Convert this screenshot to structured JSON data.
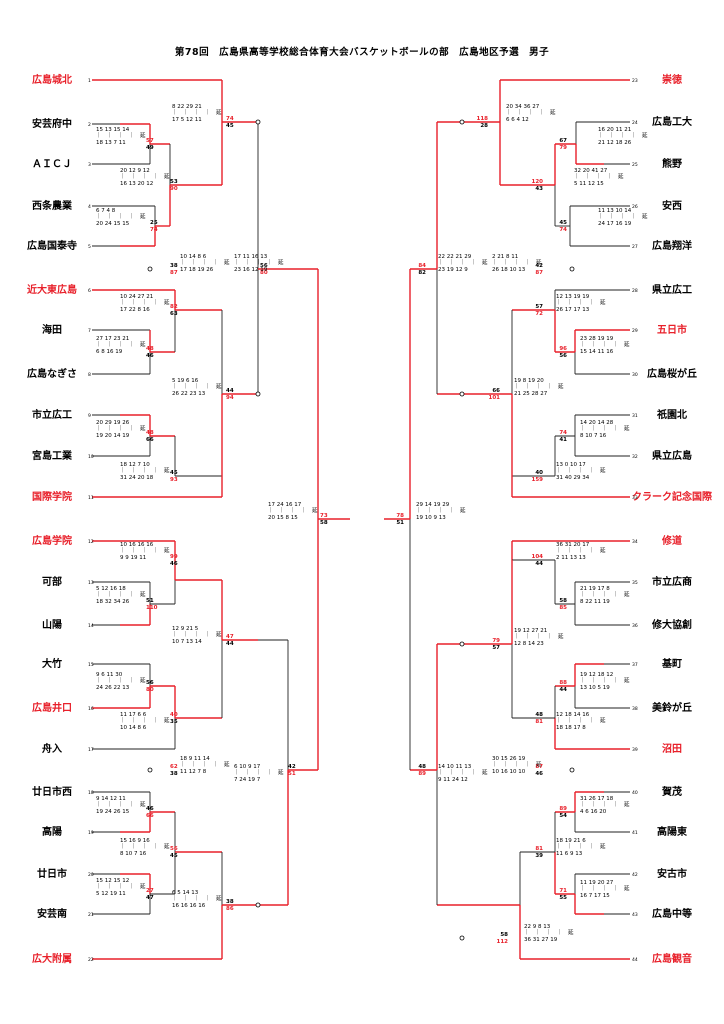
{
  "title": "第78回　広島県高等学校総合体育大会バスケットボールの部　広島地区予選　男子",
  "colors": {
    "winner": "#e8202a",
    "line": "#222222"
  },
  "left_teams": [
    {
      "seed": "1",
      "name": "広島城北",
      "winner": true
    },
    {
      "seed": "2",
      "name": "安芸府中",
      "winner": false
    },
    {
      "seed": "3",
      "name": "ＡＩＣＪ",
      "winner": false
    },
    {
      "seed": "4",
      "name": "西条農業",
      "winner": false
    },
    {
      "seed": "5",
      "name": "広島国泰寺",
      "winner": false
    },
    {
      "seed": "6",
      "name": "近大東広島",
      "winner": true
    },
    {
      "seed": "7",
      "name": "海田",
      "winner": false
    },
    {
      "seed": "8",
      "name": "広島なぎさ",
      "winner": false
    },
    {
      "seed": "9",
      "name": "市立広工",
      "winner": false
    },
    {
      "seed": "10",
      "name": "宮島工業",
      "winner": false
    },
    {
      "seed": "11",
      "name": "国際学院",
      "winner": true
    },
    {
      "seed": "12",
      "name": "広島学院",
      "winner": true
    },
    {
      "seed": "13",
      "name": "可部",
      "winner": false
    },
    {
      "seed": "14",
      "name": "山陽",
      "winner": false
    },
    {
      "seed": "15",
      "name": "大竹",
      "winner": false
    },
    {
      "seed": "16",
      "name": "広島井口",
      "winner": true
    },
    {
      "seed": "17",
      "name": "舟入",
      "winner": false
    },
    {
      "seed": "18",
      "name": "廿日市西",
      "winner": false
    },
    {
      "seed": "19",
      "name": "高陽",
      "winner": false
    },
    {
      "seed": "20",
      "name": "廿日市",
      "winner": false
    },
    {
      "seed": "21",
      "name": "安芸南",
      "winner": false
    },
    {
      "seed": "22",
      "name": "広大附属",
      "winner": true
    }
  ],
  "right_teams": [
    {
      "seed": "23",
      "name": "崇徳",
      "winner": true
    },
    {
      "seed": "24",
      "name": "広島工大",
      "winner": false
    },
    {
      "seed": "25",
      "name": "熊野",
      "winner": false
    },
    {
      "seed": "26",
      "name": "安西",
      "winner": false
    },
    {
      "seed": "27",
      "name": "広島翔洋",
      "winner": false
    },
    {
      "seed": "28",
      "name": "県立広工",
      "winner": false
    },
    {
      "seed": "29",
      "name": "五日市",
      "winner": true
    },
    {
      "seed": "30",
      "name": "広島桜が丘",
      "winner": false
    },
    {
      "seed": "31",
      "name": "祇園北",
      "winner": false
    },
    {
      "seed": "32",
      "name": "県立広島",
      "winner": false
    },
    {
      "seed": "33",
      "name": "クラーク記念国際",
      "winner": true
    },
    {
      "seed": "34",
      "name": "修道",
      "winner": true
    },
    {
      "seed": "35",
      "name": "市立広商",
      "winner": false
    },
    {
      "seed": "36",
      "name": "修大協創",
      "winner": false
    },
    {
      "seed": "37",
      "name": "基町",
      "winner": false
    },
    {
      "seed": "38",
      "name": "美鈴が丘",
      "winner": false
    },
    {
      "seed": "39",
      "name": "沼田",
      "winner": true
    },
    {
      "seed": "40",
      "name": "賀茂",
      "winner": false
    },
    {
      "seed": "41",
      "name": "高陽東",
      "winner": false
    },
    {
      "seed": "42",
      "name": "安古市",
      "winner": false
    },
    {
      "seed": "43",
      "name": "広島中等",
      "winner": false
    },
    {
      "seed": "44",
      "name": "広島観音",
      "winner": true
    }
  ],
  "game_scores": [
    {
      "id": "L-g2-3",
      "top": "57",
      "bottom": "49",
      "top_red": true
    },
    {
      "id": "L-g4-5",
      "top": "25",
      "bottom": "74",
      "top_red": false
    },
    {
      "id": "L-g23",
      "top": "53",
      "bottom": "90",
      "top_red": false
    },
    {
      "id": "L-g1",
      "top": "74",
      "bottom": "45",
      "top_red": true
    },
    {
      "id": "L-g6-7",
      "top": "82",
      "bottom": "63",
      "top_red": true
    },
    {
      "id": "L-g7-8",
      "top": "48",
      "bottom": "46",
      "top_red": true
    },
    {
      "id": "L-g9-10",
      "top": "48",
      "bottom": "66",
      "top_red": true
    },
    {
      "id": "L-g11",
      "top": "45",
      "bottom": "93",
      "top_red": false
    },
    {
      "id": "L-q1",
      "top": "38",
      "bottom": "87",
      "top_red": false
    },
    {
      "id": "L-q2",
      "top": "44",
      "bottom": "94",
      "top_red": false
    },
    {
      "id": "L-s1",
      "top": "56",
      "bottom": "80",
      "top_red": false
    },
    {
      "id": "L-g12-13",
      "top": "99",
      "bottom": "46",
      "top_red": true
    },
    {
      "id": "L-g13-14",
      "top": "51",
      "bottom": "110",
      "top_red": false
    },
    {
      "id": "L-g15-16",
      "top": "56",
      "bottom": "80",
      "top_red": false
    },
    {
      "id": "L-g16-17",
      "top": "40",
      "bottom": "35",
      "top_red": true
    },
    {
      "id": "L-q3",
      "top": "47",
      "bottom": "44",
      "top_red": true
    },
    {
      "id": "L-g18-19",
      "top": "46",
      "bottom": "66",
      "top_red": false
    },
    {
      "id": "L-g20-21",
      "top": "27",
      "bottom": "47",
      "top_red": true
    },
    {
      "id": "L-g19-20",
      "top": "56",
      "bottom": "45",
      "top_red": true
    },
    {
      "id": "L-q4",
      "top": "62",
      "bottom": "38",
      "top_red": true
    },
    {
      "id": "L-g22",
      "top": "38",
      "bottom": "86",
      "top_red": false
    },
    {
      "id": "L-s2",
      "top": "42",
      "bottom": "51",
      "top_red": false
    },
    {
      "id": "L-final",
      "top": "73",
      "bottom": "58",
      "top_red": true
    },
    {
      "id": "R-g23",
      "top": "118",
      "bottom": "28",
      "top_red": true
    },
    {
      "id": "R-g24-25",
      "top": "67",
      "bottom": "79",
      "top_red": false
    },
    {
      "id": "R-g26-27",
      "top": "45",
      "bottom": "74",
      "top_red": false
    },
    {
      "id": "R-g25-26",
      "top": "120",
      "bottom": "43",
      "top_red": true
    },
    {
      "id": "R-q1",
      "top": "42",
      "bottom": "87",
      "top_red": false
    },
    {
      "id": "R-g28-29",
      "top": "57",
      "bottom": "72",
      "top_red": false
    },
    {
      "id": "R-g29-30",
      "top": "96",
      "bottom": "56",
      "top_red": true
    },
    {
      "id": "R-g31-32",
      "top": "74",
      "bottom": "41",
      "top_red": true
    },
    {
      "id": "R-g32-33",
      "top": "40",
      "bottom": "159",
      "top_red": false
    },
    {
      "id": "R-q2",
      "top": "66",
      "bottom": "101",
      "top_red": false
    },
    {
      "id": "R-s1",
      "top": "84",
      "bottom": "82",
      "top_red": true
    },
    {
      "id": "R-g34-35",
      "top": "104",
      "bottom": "44",
      "top_red": true
    },
    {
      "id": "R-g35-36",
      "top": "58",
      "bottom": "85",
      "top_red": false
    },
    {
      "id": "R-q3",
      "top": "79",
      "bottom": "57",
      "top_red": true
    },
    {
      "id": "R-g37-38",
      "top": "88",
      "bottom": "44",
      "top_red": true
    },
    {
      "id": "R-g38-39",
      "top": "48",
      "bottom": "81",
      "top_red": false
    },
    {
      "id": "R-q4",
      "top": "87",
      "bottom": "46",
      "top_red": true
    },
    {
      "id": "R-g40-41",
      "top": "89",
      "bottom": "54",
      "top_red": true
    },
    {
      "id": "R-g42-43",
      "top": "71",
      "bottom": "55",
      "top_red": true
    },
    {
      "id": "R-g41-42",
      "top": "81",
      "bottom": "39",
      "top_red": true
    },
    {
      "id": "R-g44",
      "top": "58",
      "bottom": "112",
      "top_red": false
    },
    {
      "id": "R-s2",
      "top": "48",
      "bottom": "89",
      "top_red": false
    },
    {
      "id": "R-final",
      "top": "78",
      "bottom": "51",
      "top_red": true
    }
  ],
  "quarter_scores": [
    {
      "id": "qs-L1",
      "rows": [
        "8 22 29 21",
        "17 5 12 11"
      ]
    },
    {
      "id": "qs-L2",
      "rows": [
        "15 13 15 14",
        "18 13 7 11"
      ]
    },
    {
      "id": "qs-L3",
      "rows": [
        "20 12 9 12",
        "16 13 20 12"
      ]
    },
    {
      "id": "qs-L4",
      "rows": [
        "6 7 4 8",
        "20 24 15 15"
      ]
    },
    {
      "id": "qs-L5",
      "rows": [
        "10 14 8 6",
        "17 18 19 26"
      ]
    },
    {
      "id": "qs-L5b",
      "rows": [
        "17 11 16 13",
        "23 16 12 19"
      ]
    },
    {
      "id": "qs-L6",
      "rows": [
        "10 24 27 21",
        "17 22 8 16"
      ]
    },
    {
      "id": "qs-L7",
      "rows": [
        "27 17 23 21",
        "6 8 16 19"
      ]
    },
    {
      "id": "qs-L8",
      "rows": [
        "5 19 6 16",
        "26 22 23 13"
      ]
    },
    {
      "id": "qs-L9",
      "rows": [
        "20 29 19 26",
        "19 20 14 19"
      ]
    },
    {
      "id": "qs-L10",
      "rows": [
        "18 12 7 10",
        "31 24 20 18"
      ]
    },
    {
      "id": "qs-L11",
      "rows": [
        "17 24 16 17",
        "20 15 8 15"
      ]
    },
    {
      "id": "qs-L12",
      "rows": [
        "10 16 16 16",
        "9 9 19 11"
      ]
    },
    {
      "id": "qs-L13",
      "rows": [
        "5 12 16 18",
        "18 32 34 26"
      ]
    },
    {
      "id": "qs-L14",
      "rows": [
        "12 9 21 5",
        "10 7 13 14"
      ]
    },
    {
      "id": "qs-L15",
      "rows": [
        "9 6 11 30",
        "24 26 22 13"
      ]
    },
    {
      "id": "qs-L16",
      "rows": [
        "11 17 6 6",
        "10 14 8 6"
      ]
    },
    {
      "id": "qs-L17",
      "rows": [
        "18 9 11 14",
        "11 12 7 8"
      ]
    },
    {
      "id": "qs-L17b",
      "rows": [
        "6 10 9 17",
        "7 24 19 7"
      ]
    },
    {
      "id": "qs-L18",
      "rows": [
        "9 14 12 11",
        "19 24 26 15"
      ]
    },
    {
      "id": "qs-L19",
      "rows": [
        "15 16 9 16",
        "8 10 7 16"
      ]
    },
    {
      "id": "qs-L20",
      "rows": [
        "15 12 15 12",
        "5 12 19 11"
      ]
    },
    {
      "id": "qs-L21",
      "rows": [
        "6 5 14 13",
        "16 16 16 16"
      ]
    },
    {
      "id": "qs-R1",
      "rows": [
        "20 34 36 27",
        "6 6 4 12"
      ]
    },
    {
      "id": "qs-R2",
      "rows": [
        "16 20 11 21",
        "21 12 18 26"
      ]
    },
    {
      "id": "qs-R3",
      "rows": [
        "32 20 41 27",
        "5 11 12 15"
      ]
    },
    {
      "id": "qs-R4",
      "rows": [
        "11 13 10 14",
        "24 17 16 19"
      ]
    },
    {
      "id": "qs-R5",
      "rows": [
        "22 22 21 29",
        "23 19 12 9"
      ]
    },
    {
      "id": "qs-R5b",
      "rows": [
        "2 21 8 11",
        "26 18 10 13"
      ]
    },
    {
      "id": "qs-R6",
      "rows": [
        "12 13 19 19",
        "26 17 17 13"
      ]
    },
    {
      "id": "qs-R7",
      "rows": [
        "23 28 19 19",
        "15 14 11 16"
      ]
    },
    {
      "id": "qs-R8",
      "rows": [
        "19 8 19 20",
        "21 25 28 27"
      ]
    },
    {
      "id": "qs-R9",
      "rows": [
        "14 20 14 28",
        "8 10 7 16"
      ]
    },
    {
      "id": "qs-R10",
      "rows": [
        "13 0 10 17",
        "31 40 29 34"
      ]
    },
    {
      "id": "qs-R11",
      "rows": [
        "29 14 19 29",
        "19 10 9 13"
      ]
    },
    {
      "id": "qs-R12",
      "rows": [
        "36 31 20 17",
        "2 11 13 13"
      ]
    },
    {
      "id": "qs-R13",
      "rows": [
        "21 19 17 8",
        "8 22 11 19"
      ]
    },
    {
      "id": "qs-R14",
      "rows": [
        "19 12 27 21",
        "12 8 14 23"
      ]
    },
    {
      "id": "qs-R15",
      "rows": [
        "19 12 18 12",
        "13 10 5 19"
      ]
    },
    {
      "id": "qs-R16",
      "rows": [
        "12 18 14 16",
        "18 18 17 8"
      ]
    },
    {
      "id": "qs-R17",
      "rows": [
        "14 10 11 13",
        "9 11 24 12"
      ]
    },
    {
      "id": "qs-R17b",
      "rows": [
        "30 15 26 19",
        "10 16 10 10"
      ]
    },
    {
      "id": "qs-R18",
      "rows": [
        "31 26 17 18",
        "4 6 16 20"
      ]
    },
    {
      "id": "qs-R19",
      "rows": [
        "18 19 21 6",
        "11 6 9 13"
      ]
    },
    {
      "id": "qs-R20",
      "rows": [
        "11 19 20 27",
        "16 7 17 15"
      ]
    },
    {
      "id": "qs-R21",
      "rows": [
        "22 9 8 13",
        "36 31 27 19"
      ]
    }
  ]
}
